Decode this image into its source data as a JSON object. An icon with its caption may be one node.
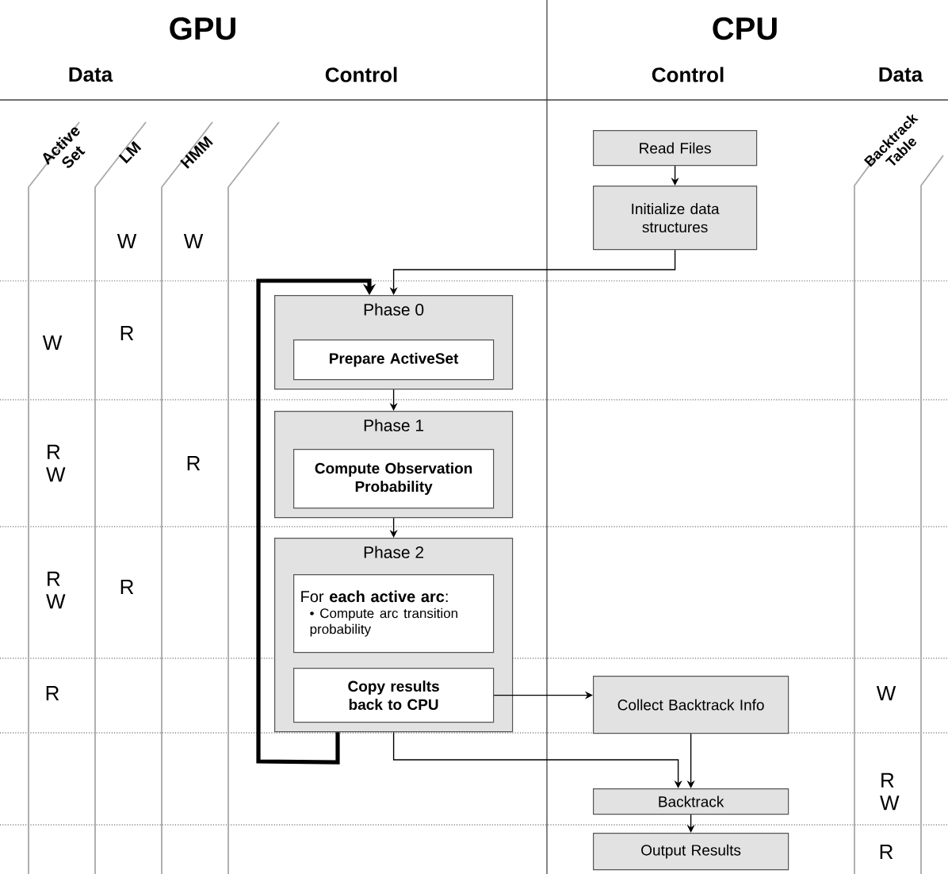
{
  "diagram": {
    "nodes": [
      {
        "text": [
          "Read Files"
        ]
      },
      {
        "text": [
          "Initialize data structures"
        ]
      },
      {
        "text": [
          "Phase 0"
        ]
      },
      {
        "text": [
          "Prepare ActiveSet"
        ],
        "in": 2
      },
      {
        "text": [
          "Phase 1"
        ]
      },
      {
        "text": [
          "Compute Observation Probability"
        ],
        "in": 4
      },
      {
        "text": [
          "Phase 2"
        ]
      },
      {
        "text": [
          "For **each active arc**:",
          "• Compute arc transition probability"
        ],
        "in": 6
      },
      {
        "text": [
          "Copy results back to CPU"
        ],
        "in": 6
      },
      {
        "text": [
          "Collect Backtrack Info"
        ]
      },
      {
        "text": [
          "Backtrack"
        ]
      },
      {
        "text": [
          "Output Results"
        ]
      }
    ],
    "edges": [
      {
        "from": 0,
        "to": 1,
        "arrow": "to"
      },
      {
        "from": 1,
        "to": 2,
        "arrow": "to"
      },
      {
        "from": 2,
        "to": 4,
        "arrow": "to"
      },
      {
        "from": 4,
        "to": 6,
        "arrow": "to"
      },
      {
        "from": 6,
        "to": 2,
        "arrow": "to",
        "style": "thick"
      },
      {
        "from": 8,
        "to": 9,
        "arrow": "to"
      },
      {
        "from": 6,
        "to": 10,
        "arrow": "to"
      },
      {
        "from": 9,
        "to": 10,
        "arrow": "to"
      },
      {
        "from": 10,
        "to": 11,
        "arrow": "to"
      }
    ],
    "labels": [
      "GPU",
      "CPU",
      "Data",
      "Control",
      "Control",
      "Data",
      "Active Set",
      "LM",
      "HMM",
      "Backtrack Table",
      "W",
      "W",
      "W",
      "R",
      "R W",
      "R",
      "R W",
      "R",
      "R",
      "W",
      "R W",
      "R"
    ]
  }
}
